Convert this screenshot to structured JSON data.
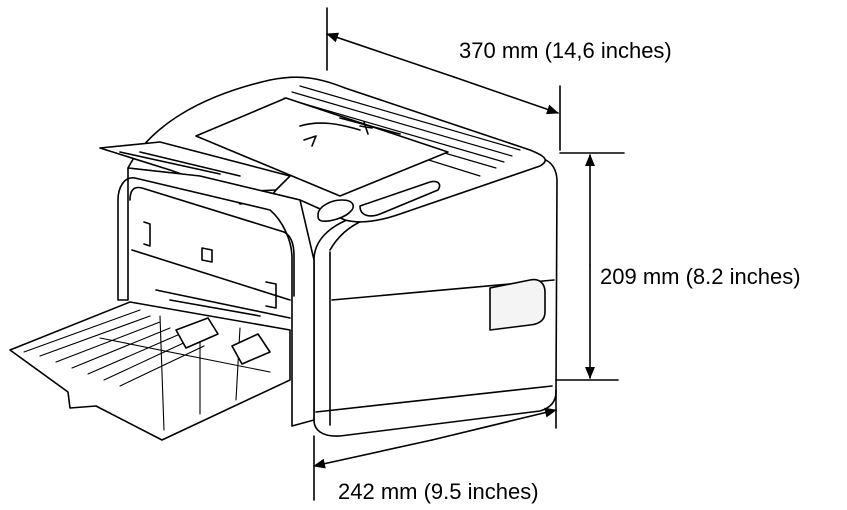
{
  "figure": {
    "subject": "printer-line-drawing",
    "colors": {
      "line": "#000000",
      "fill": "#ffffff",
      "shade": "#f4f4f4"
    }
  },
  "dimensions": {
    "width": {
      "label": "370 mm (14,6 inches)",
      "value_mm": 370,
      "value_in": 14.6
    },
    "height": {
      "label": "209 mm (8.2 inches)",
      "value_mm": 209,
      "value_in": 8.2
    },
    "depth": {
      "label": "242 mm (9.5 inches)",
      "value_mm": 242,
      "value_in": 9.5
    }
  }
}
